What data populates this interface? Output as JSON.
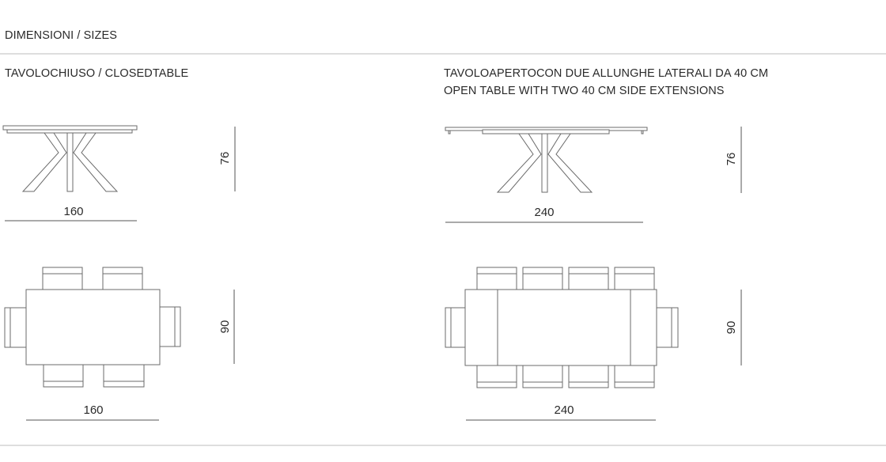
{
  "title": "DIMENSIONI / SIZES",
  "closed": {
    "heading": "TAVOLOCHIUSO / CLOSEDTABLE",
    "side_width": "160",
    "side_height": "76",
    "top_width": "160",
    "top_depth": "90"
  },
  "open": {
    "heading_it": "TAVOLOAPERTOCON DUE ALLUNGHE LATERALI DA 40 CM",
    "heading_en": "OPEN TABLE WITH TWO 40 CM SIDE EXTENSIONS",
    "side_width": "240",
    "side_height": "76",
    "top_width": "240",
    "top_depth": "90"
  }
}
